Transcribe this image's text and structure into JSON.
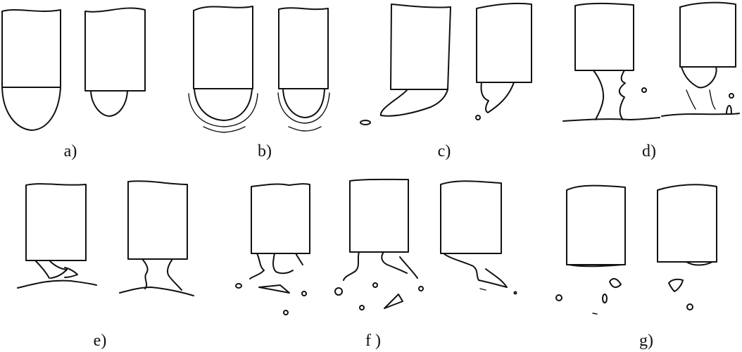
{
  "figure": {
    "panels": [
      {
        "id": "a",
        "label": "a)"
      },
      {
        "id": "b",
        "label": "b)"
      },
      {
        "id": "c",
        "label": "c)"
      },
      {
        "id": "d",
        "label": "d)"
      },
      {
        "id": "e",
        "label": "e)"
      },
      {
        "id": "f",
        "label": "f )"
      },
      {
        "id": "g",
        "label": "g)"
      }
    ]
  },
  "colors": {
    "line": "#111111",
    "background": "#ffffff"
  }
}
